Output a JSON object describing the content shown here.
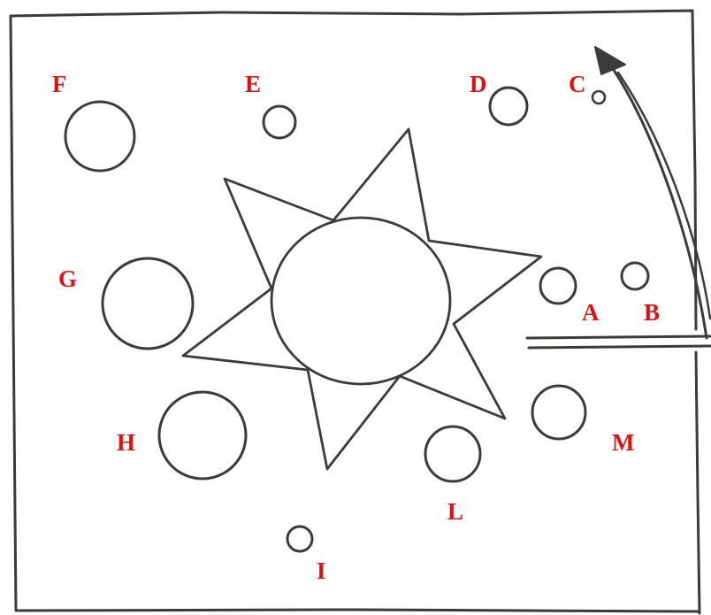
{
  "labels": {
    "F": "F",
    "E": "E",
    "D": "D",
    "C": "C",
    "G": "G",
    "A": "A",
    "B": "B",
    "H": "H",
    "M": "M",
    "L": "L",
    "I": "I"
  },
  "colors": {
    "label": "#e01010",
    "line": "#3b3b38",
    "background": "#ffffff"
  },
  "icons": {
    "star": "eight-point-star-with-central-disc",
    "arrow": "curved-arrow-up"
  }
}
